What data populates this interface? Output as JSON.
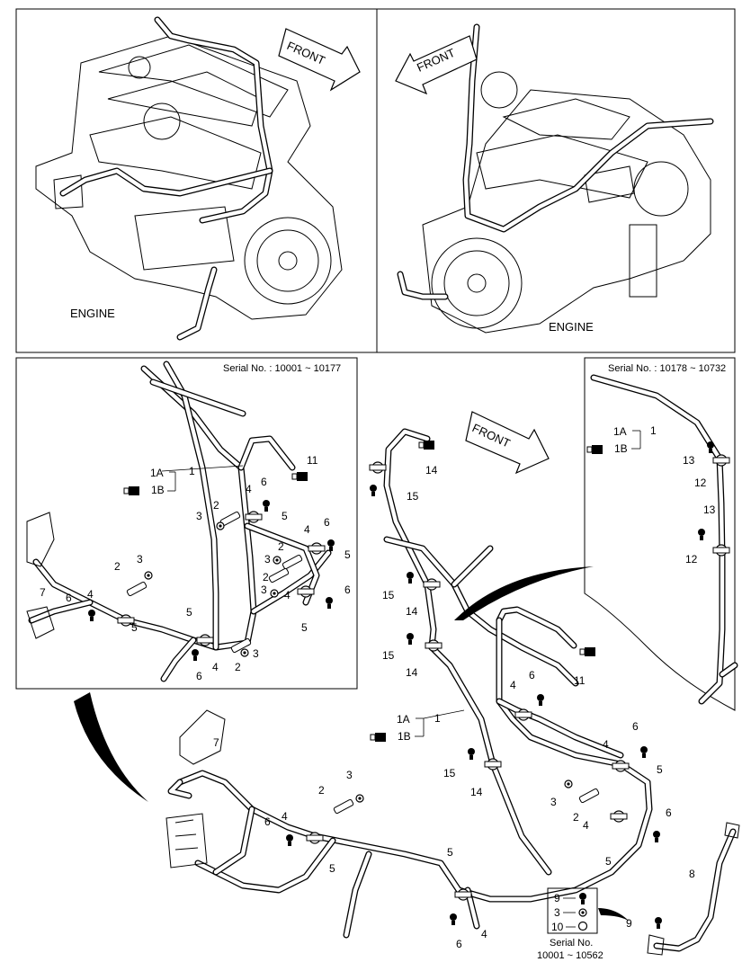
{
  "panels": {
    "engine_left": {
      "label": "ENGINE",
      "front": "FRONT"
    },
    "engine_right": {
      "label": "ENGINE",
      "front": "FRONT"
    },
    "detail_early": {
      "serial": "Serial No. : 10001 ~ 10177"
    },
    "detail_late": {
      "serial": "Serial No. : 10178 ~ 10732"
    },
    "main": {
      "front": "FRONT"
    },
    "inset": {
      "serial_title": "Serial No.",
      "serial_range": "10001 ~ 10562"
    }
  },
  "callouts": {
    "n1": "1",
    "n1a": "1A",
    "n1b": "1B",
    "n2": "2",
    "n3": "3",
    "n4": "4",
    "n5": "5",
    "n6": "6",
    "n7": "7",
    "n8": "8",
    "n9": "9",
    "n10": "10",
    "n11": "11",
    "n12": "12",
    "n13": "13",
    "n14": "14",
    "n15": "15"
  }
}
